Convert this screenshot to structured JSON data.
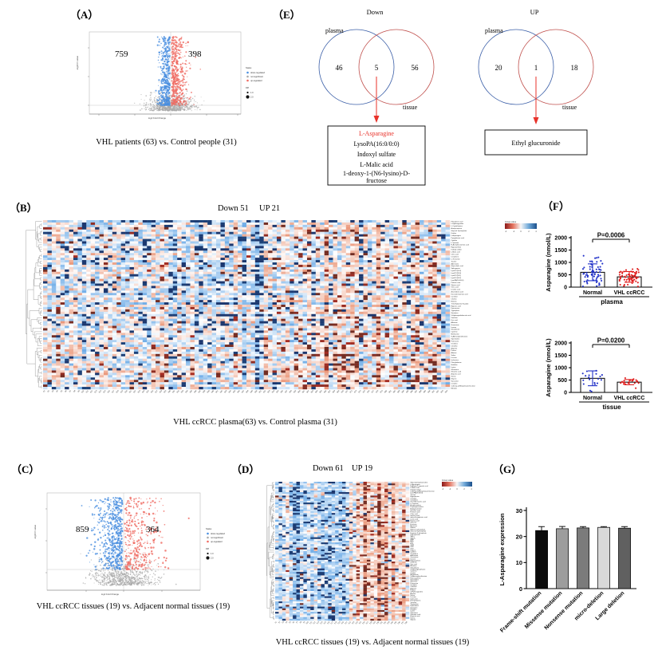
{
  "figure": {
    "panels": [
      "A",
      "B",
      "C",
      "D",
      "E",
      "F",
      "G"
    ]
  },
  "panelA": {
    "letter": "（A）",
    "caption": "VHL patients (63) vs. Control people (31)",
    "down_count": "759",
    "up_count": "398",
    "xlabel": "log2 Fold Change",
    "ylabel": "-log10 P-value",
    "legend_title_status": "Status",
    "legend_status_items": [
      "down-regulated",
      "not significant",
      "up-regulated"
    ],
    "legend_title_size": "Diff",
    "legend_size_items": [
      "1.0",
      "2.0"
    ],
    "colors": {
      "down": "#4a8fe0",
      "up": "#ef6a62",
      "ns": "#a9a9a9"
    }
  },
  "panelB": {
    "letter": "（B）",
    "header_down": "Down 51",
    "header_up": "UP 21",
    "caption": "VHL ccRCC plasma(63) vs. Control plasma (31)",
    "colorbar_title": "Group value",
    "colorbar_ticks": [
      "-4",
      "-2",
      "0",
      "2",
      "4"
    ],
    "n_rows": 72,
    "n_cols": 94,
    "row_labels": [
      "Phosphoric acid",
      "L-Hydroxyproline",
      "L-Cystathionine",
      "Acetylcarnitine",
      "Glycerol 3-phosphate",
      "Uridine",
      "L-Asparagine",
      "Pyroglutamic acid",
      "Cytidine",
      "L-Tyrosine",
      "N-Acetylneuraminic acid",
      "Hypoxanthine",
      "Indoxyl sulfate",
      "L-Malic acid",
      "Citric acid",
      "Creatinine",
      "L-Threonine",
      "Taurine",
      "Adenosine",
      "Glycocholic acid",
      "Sphingosine",
      "LysoPC(16:0)",
      "LysoPC(18:0)",
      "LysoPC(18:1)",
      "LysoPC(18:2)",
      "LysoPA(16:0/0:0)",
      "Palmitic acid",
      "Stearic acid",
      "Oleic acid",
      "Linoleic acid",
      "Arachidonic acid",
      "Docosahexaenoic acid",
      "Carnitine",
      "Choline",
      "Betaine",
      "Trimethylamine N-oxide",
      "Hippuric acid",
      "Kynurenine",
      "Tryptophan",
      "Serotonin",
      "5-Hydroxyindoleacetic acid",
      "Xanthine",
      "Uric acid",
      "Allantoin",
      "Guanosine",
      "Inosine",
      "Glutathione",
      "Cysteine",
      "Methionine",
      "S-Adenosylmethionine",
      "Spermidine",
      "Putrescine",
      "Ornithine",
      "Citrulline",
      "Arginine",
      "Proline",
      "Alanine",
      "Valine",
      "Leucine",
      "Isoleucine",
      "Phenylalanine",
      "Histidine",
      "Lysine",
      "Glutamine",
      "Glutamic acid",
      "Aspartic acid",
      "Serine",
      "Glycine",
      "Sarcosine",
      "Creatine",
      "1-deoxy-1-(N6-lysino)-D-fructose",
      "Bilirubin"
    ]
  },
  "panelC": {
    "letter": "（C）",
    "caption": "VHL ccRCC tissues (19) vs. Adjacent normal tissues (19)",
    "down_count": "859",
    "up_count": "364",
    "xlabel": "log2 Fold Change",
    "ylabel": "-log10 P-value",
    "legend_title_status": "Status",
    "legend_status_items": [
      "down-regulated",
      "not significant",
      "up-regulated"
    ],
    "legend_title_size": "Diff",
    "legend_size_items": [
      "1.0",
      "2.0"
    ],
    "colors": {
      "down": "#4a8fe0",
      "up": "#ef6a62",
      "ns": "#a9a9a9"
    }
  },
  "panelD": {
    "letter": "（D）",
    "header_down": "Down 61",
    "header_up": "UP 19",
    "caption": "VHL ccRCC tissues (19) vs. Adjacent normal tissues (19)",
    "colorbar_title": "Group value",
    "colorbar_ticks": [
      "-4",
      "-2",
      "0",
      "2",
      "4"
    ],
    "n_rows": 80,
    "n_cols": 38,
    "row_labels": [
      "Glycerophosphocholine",
      "L-Asparagine",
      "N-Acetyl-L-aspartic acid",
      "L-Malic acid",
      "Indoxyl sulfate",
      "1-deoxy-1-(N6-lysino)-D-fructose",
      "LysoPA(16:0/0:0)",
      "Taurine",
      "Hypotaurine",
      "Creatine",
      "Creatinine",
      "Guanidinoacetic acid",
      "L-Carnitine",
      "Acetylcarnitine",
      "Propionylcarnitine",
      "Butyrylcarnitine",
      "Succinic acid",
      "Fumaric acid",
      "Citric acid",
      "Isocitric acid",
      "alpha-Ketoglutaric acid",
      "Lactic acid",
      "Pyruvic acid",
      "Glucose",
      "Fructose",
      "Mannose",
      "Ribose",
      "Ribose 5-phosphate",
      "Glucose 6-phosphate",
      "Fructose 6-phosphate",
      "UDP-glucose",
      "NAD+",
      "NADP+",
      "AMP",
      "ADP",
      "ATP",
      "GMP",
      "GDP",
      "GTP",
      "Uridine",
      "Cytidine",
      "Thymidine",
      "Adenosine",
      "Guanosine",
      "Inosine",
      "Hypoxanthine",
      "Xanthine",
      "Uric acid",
      "Allantoin",
      "Glutathione",
      "Oxidized glutathione",
      "Cysteine",
      "Cystine",
      "Methionine",
      "S-Adenosylmethionine",
      "Homocysteine",
      "Spermidine",
      "Spermine",
      "Putrescine",
      "Ornithine",
      "Citrulline",
      "Arginine",
      "Proline",
      "4-Hydroxyproline",
      "Alanine",
      "Valine",
      "Leucine",
      "Isoleucine",
      "Phenylalanine",
      "Tyrosine",
      "Tryptophan",
      "Kynurenine",
      "Serotonin",
      "Histidine",
      "Lysine",
      "Glutamine",
      "Glutamic acid",
      "Aspartic acid",
      "Serine",
      "Glycine"
    ]
  },
  "panelE": {
    "letter": "（E）",
    "venn_down": {
      "title": "Down",
      "left_label": "plasma",
      "right_label": "tissue",
      "left_only": "46",
      "intersection": "5",
      "right_only": "56",
      "box_items": [
        "L-Asparagine",
        "LysoPA(16:0/0:0)",
        "Indoxyl sulfate",
        "L-Malic acid",
        "1-deoxy-1-(N6-lysino)-D-fructose"
      ],
      "highlight_color": "#e8322a"
    },
    "venn_up": {
      "title": "UP",
      "left_label": "plasma",
      "right_label": "tissue",
      "left_only": "20",
      "intersection": "1",
      "right_only": "18",
      "box_items": [
        "Ethyl glucuronide"
      ]
    },
    "colors": {
      "plasma_circle": "#3b5fa8",
      "tissue_circle": "#c0504d",
      "arrow": "#e8322a"
    }
  },
  "panelF": {
    "letter": "（F）",
    "plots": [
      {
        "id": "plasma",
        "ylabel": "Asparagine (nmol/L)",
        "yticks": [
          "0",
          "500",
          "1000",
          "1500",
          "2000"
        ],
        "ymax": 2000,
        "pvalue": "P=0.0006",
        "group_label": "plasma",
        "groups": [
          {
            "name": "Normal",
            "mean": 600,
            "sd": 340,
            "color": "#2030c8",
            "n": 63
          },
          {
            "name": "VHL ccRCC",
            "mean": 415,
            "sd": 215,
            "color": "#e01b1b",
            "n": 63
          }
        ]
      },
      {
        "id": "tissue",
        "ylabel": "Asparagine (nmol/L)",
        "yticks": [
          "0",
          "500",
          "1000",
          "1500",
          "2000"
        ],
        "ymax": 2000,
        "pvalue": "P=0.0200",
        "group_label": "tissue",
        "groups": [
          {
            "name": "Normal",
            "mean": 570,
            "sd": 300,
            "color": "#2030c8",
            "n": 19
          },
          {
            "name": "VHL ccRCC",
            "mean": 415,
            "sd": 105,
            "color": "#e01b1b",
            "n": 19
          }
        ]
      }
    ]
  },
  "panelG": {
    "letter": "（G）",
    "chart_data": {
      "type": "bar",
      "title": "",
      "ylabel": "L-Asparagine expression",
      "xlabel": "",
      "ylim": [
        0,
        30
      ],
      "yticks": [
        0,
        10,
        20,
        30
      ],
      "categories": [
        "Frame-shift mutation",
        "Missense mutation",
        "Nonsense mutation",
        "micro-deletion",
        "Large deletion"
      ],
      "values": [
        22.3,
        23.0,
        23.3,
        23.5,
        23.2
      ],
      "errors": [
        1.5,
        0.85,
        0.5,
        0.3,
        0.6
      ],
      "bar_colors": [
        "#0b0b0b",
        "#9d9d9d",
        "#7b7b7b",
        "#d9d9d9",
        "#606060"
      ],
      "grid": false,
      "legend": "none"
    }
  }
}
